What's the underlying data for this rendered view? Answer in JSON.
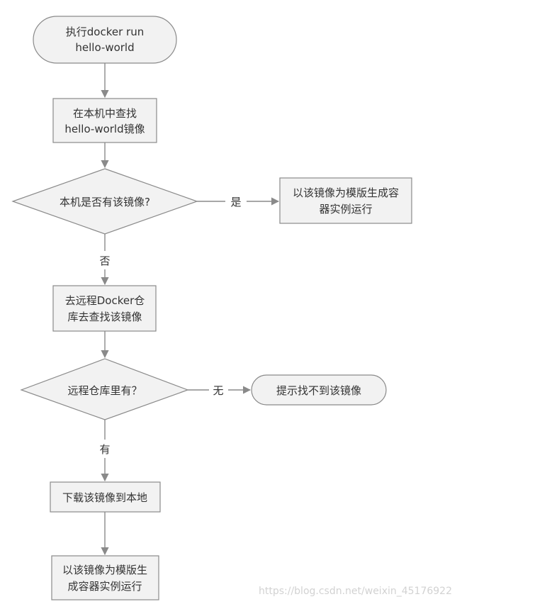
{
  "nodes": {
    "start": {
      "lines": [
        "执行docker run",
        "hello-world"
      ]
    },
    "search_local": {
      "lines": [
        "在本机中查找",
        "hello-world镜像"
      ]
    },
    "has_local": {
      "lines": [
        "本机是否有该镜像?"
      ]
    },
    "run_local": {
      "lines": [
        "以该镜像为模版生成容",
        "器实例运行"
      ]
    },
    "search_remote": {
      "lines": [
        "去远程Docker仓",
        "库去查找该镜像"
      ]
    },
    "has_remote": {
      "lines": [
        "远程仓库里有？"
      ]
    },
    "not_found": {
      "lines": [
        "提示找不到该镜像"
      ]
    },
    "download": {
      "lines": [
        "下载该镜像到本地"
      ]
    },
    "run_downloaded": {
      "lines": [
        "以该镜像为模版生",
        "成容器实例运行"
      ]
    }
  },
  "edges": {
    "local_yes": "是",
    "local_no": "否",
    "remote_no": "无",
    "remote_yes": "有"
  },
  "watermark": "https://blog.csdn.net/weixin_45176922",
  "colors": {
    "fill": "#f2f2f2",
    "stroke": "#8a8a8a",
    "text": "#333333"
  }
}
